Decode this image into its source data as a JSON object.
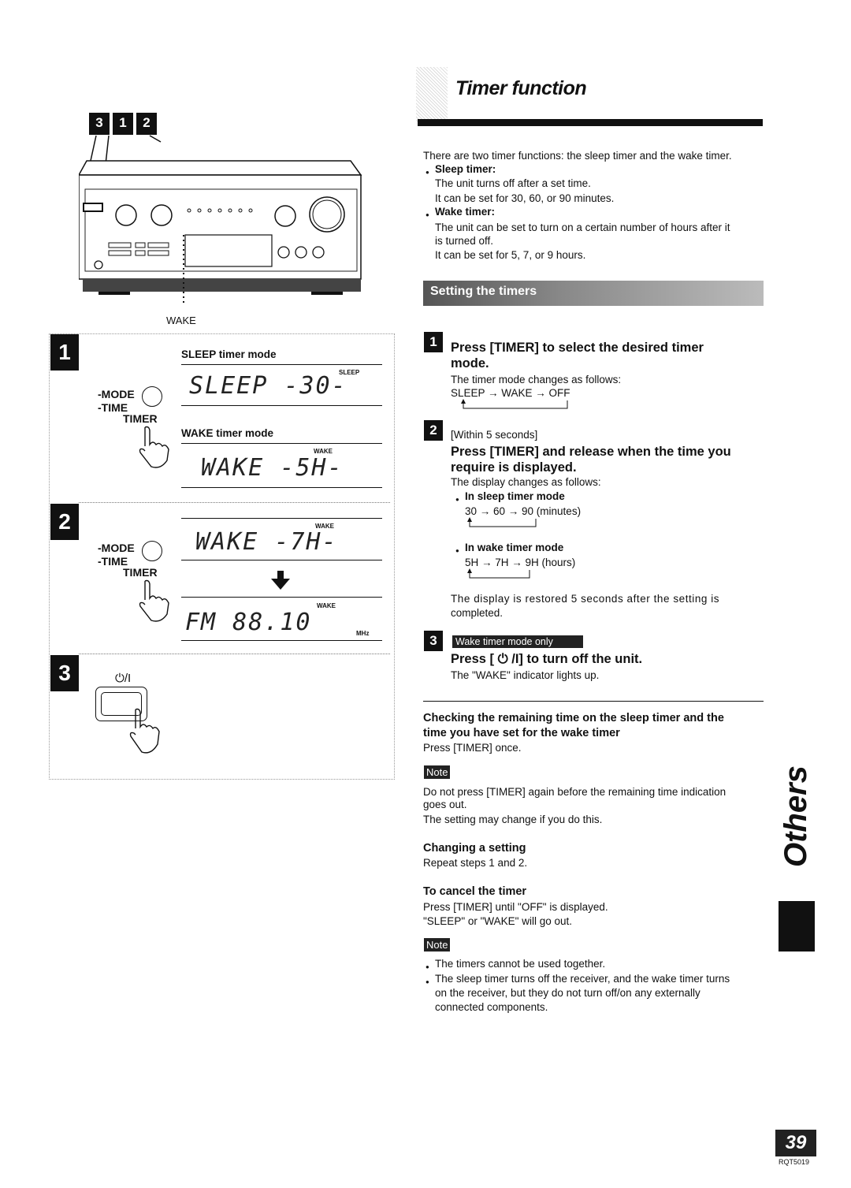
{
  "title": "Timer function",
  "intro": "There are two timer functions: the sleep timer and the wake timer.",
  "sleep_timer": {
    "heading": "Sleep timer:",
    "lines": [
      "The unit turns off after a set time.",
      "It can be set for 30, 60, or 90 minutes."
    ]
  },
  "wake_timer": {
    "heading": "Wake timer:",
    "lines": [
      "The unit can be set to turn on a certain number of hours after it",
      "is turned off.",
      "It can be set for 5, 7, or 9 hours."
    ]
  },
  "section_banner": "Setting the timers",
  "steps": [
    {
      "number": "1",
      "heading_l1": "Press [TIMER] to select the desired timer",
      "heading_l2": "mode.",
      "desc": "The timer mode changes as follows:",
      "flow": "SLEEP → WAKE → OFF"
    },
    {
      "number": "2",
      "pre": "[Within 5 seconds]",
      "heading_l1": "Press [TIMER] and release when the time you",
      "heading_l2": "require is displayed.",
      "desc": "The display changes as follows:",
      "sleep_mode_label": "In sleep timer mode",
      "sleep_flow": "30 → 60 → 90  (minutes)",
      "wake_mode_label": "In wake timer mode",
      "wake_flow": "5H → 7H → 9H  (hours)",
      "restore_l1": "The display is restored 5 seconds after the setting is",
      "restore_l2": "completed."
    },
    {
      "number": "3",
      "tag": "Wake timer mode only",
      "heading": "Press [ ⏻ /I] to turn off the unit.",
      "desc": "The \"WAKE\" indicator lights up."
    }
  ],
  "checking": {
    "heading_l1": "Checking the remaining time on the sleep timer and the",
    "heading_l2": "time you have set for the wake timer",
    "text": "Press [TIMER] once."
  },
  "note1": {
    "label": "Note",
    "lines": [
      "Do not press [TIMER] again before the remaining time indication",
      "goes out.",
      "The setting may change if you do this."
    ]
  },
  "changing": {
    "heading": "Changing a setting",
    "text": "Repeat steps 1 and 2."
  },
  "cancel": {
    "heading": "To cancel the timer",
    "lines": [
      "Press [TIMER] until \"OFF\" is displayed.",
      "\"SLEEP\" or \"WAKE\" will go out."
    ]
  },
  "note2": {
    "label": "Note",
    "items": [
      "The timers cannot be used together.",
      "The sleep timer turns off the receiver, and the wake timer turns",
      "on the receiver, but they do not turn off/on any externally",
      "connected components."
    ]
  },
  "diagram": {
    "callout": [
      "3",
      "1",
      "2"
    ],
    "wake_label": "WAKE",
    "sleep_mode_label": "SLEEP timer mode",
    "wake_mode_label": "WAKE timer mode",
    "mode_label": "-MODE",
    "time_label": "-TIME",
    "timer_label": "TIMER",
    "power_label": "⏻/I",
    "disp_sleep": "SLEEP -30-",
    "disp_wake": "WAKE -5H-",
    "disp_wake2": "WAKE -7H-",
    "disp_fm": "FM 88.10",
    "ind_sleep": "SLEEP",
    "ind_wake": "WAKE",
    "ind_mhz": "MHz",
    "step_nums": [
      "1",
      "2",
      "3"
    ]
  },
  "side_tab": "Others",
  "page_number": "39",
  "doc_code": "RQT5019"
}
